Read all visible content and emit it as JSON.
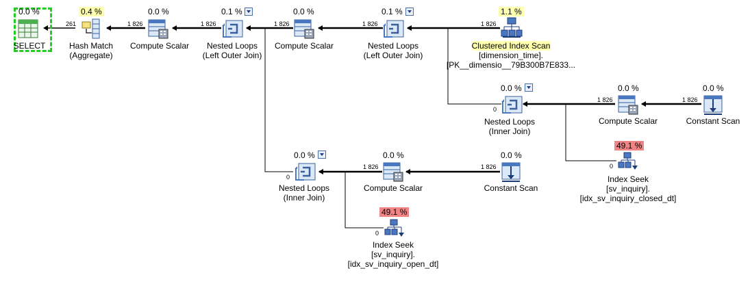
{
  "nodes": [
    {
      "id": "select",
      "name": "SELECT",
      "sub": [],
      "cost": "0.0 %"
    },
    {
      "id": "hash_match",
      "name": "Hash Match",
      "sub": [
        "(Aggregate)"
      ],
      "cost": "0.4 %"
    },
    {
      "id": "compute_scalar_1",
      "name": "Compute Scalar",
      "sub": [],
      "cost": "0.0 %"
    },
    {
      "id": "nested_loops_1",
      "name": "Nested Loops",
      "sub": [
        "(Left Outer Join)"
      ],
      "cost": "0.1 %"
    },
    {
      "id": "compute_scalar_2",
      "name": "Compute Scalar",
      "sub": [],
      "cost": "0.0 %"
    },
    {
      "id": "nested_loops_2",
      "name": "Nested Loops",
      "sub": [
        "(Left Outer Join)"
      ],
      "cost": "0.1 %"
    },
    {
      "id": "clustered_index_scan",
      "name": "Clustered Index Scan",
      "sub": [
        "[dimension_time].",
        "[PK__dimensio__79B300B7E833..."
      ],
      "cost": "1.1 %"
    },
    {
      "id": "nested_loops_3",
      "name": "Nested Loops",
      "sub": [
        "(Inner Join)"
      ],
      "cost": "0.0 %"
    },
    {
      "id": "compute_scalar_3",
      "name": "Compute Scalar",
      "sub": [],
      "cost": "0.0 %"
    },
    {
      "id": "constant_scan_1",
      "name": "Constant Scan",
      "sub": [],
      "cost": "0.0 %"
    },
    {
      "id": "index_seek_1",
      "name": "Index Seek",
      "sub": [
        "[sv_inquiry].",
        "[idx_sv_inquiry_closed_dt]"
      ],
      "cost": "49.1 %"
    },
    {
      "id": "nested_loops_4",
      "name": "Nested Loops",
      "sub": [
        "(Inner Join)"
      ],
      "cost": "0.0 %"
    },
    {
      "id": "compute_scalar_4",
      "name": "Compute Scalar",
      "sub": [],
      "cost": "0.0 %"
    },
    {
      "id": "constant_scan_2",
      "name": "Constant Scan",
      "sub": [],
      "cost": "0.0 %"
    },
    {
      "id": "index_seek_2",
      "name": "Index Seek",
      "sub": [
        "[sv_inquiry].",
        "[idx_sv_inquiry_open_dt]"
      ],
      "cost": "49.1 %"
    }
  ],
  "row_counts": {
    "hash_to_select": "261",
    "cs1_to_hash": "1 826",
    "nl1_to_cs1": "1 826",
    "cs2_to_nl1": "1 826",
    "nl2_to_cs2": "1 826",
    "cis_to_nl2": "1 826",
    "nl3_to_nl2": "0",
    "cs3_to_nl3": "1 826",
    "const1_to_cs3": "1 826",
    "seek1_to_nl3": "0",
    "nl4_to_nl1": "0",
    "cs4_to_nl4": "1 826",
    "const2_to_cs4": "1 826",
    "seek2_to_nl4": "0"
  },
  "colors": {
    "high_cost": "#f08484",
    "medium_cost": "#ffffb0",
    "selected_border": "#22cc22",
    "wire": "#000000"
  },
  "icons": {
    "select": "select-result-icon",
    "hash_match": "hash-match-icon",
    "compute_scalar": "compute-scalar-icon",
    "nested_loops": "nested-loops-icon",
    "clustered_index_scan": "clustered-index-scan-icon",
    "constant_scan": "constant-scan-icon",
    "index_seek": "index-seek-icon"
  }
}
